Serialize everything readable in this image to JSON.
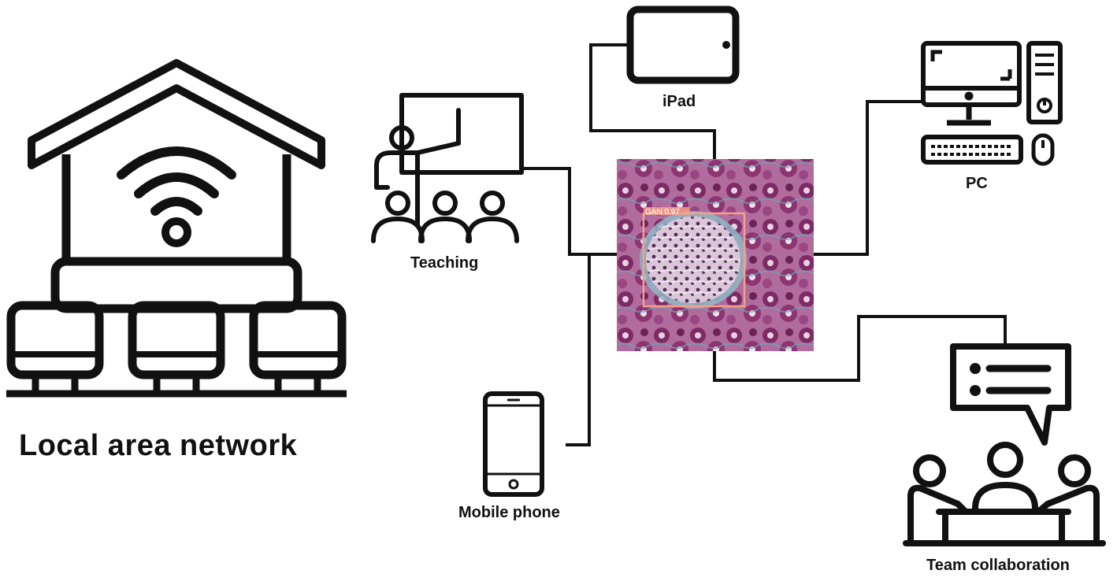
{
  "labels": {
    "lan": "Local area network",
    "ipad": "iPad",
    "pc": "PC",
    "teaching": "Teaching",
    "mobile": "Mobile phone",
    "team": "Team collaboration"
  },
  "center_image": {
    "detection_label": "GAN 0.97"
  },
  "colors": {
    "stroke": "#111111",
    "tissue": "#8a2f6e",
    "tissue_light": "#c48ab4",
    "detection_box": "#f4a08a"
  },
  "icons": [
    "house-wifi-network-icon",
    "ipad-icon",
    "pc-icon",
    "teaching-icon",
    "mobile-phone-icon",
    "team-collaboration-icon",
    "pathology-slide-image"
  ]
}
